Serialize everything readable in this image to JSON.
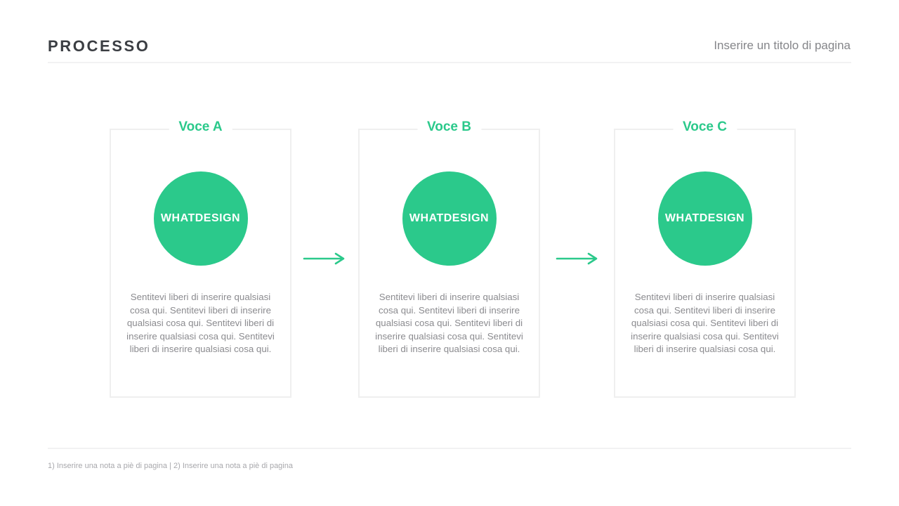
{
  "header": {
    "title": "PROCESSO",
    "page_title_placeholder": "Inserire un titolo di pagina"
  },
  "cards": [
    {
      "label": "Voce A",
      "circle_text": "WHATDESIGN",
      "body": "Sentitevi liberi di inserire qualsiasi cosa qui. Sentitevi liberi di inserire qualsiasi cosa qui. Sentitevi liberi di inserire qualsiasi cosa qui. Sentitevi liberi di inserire qualsiasi cosa qui."
    },
    {
      "label": "Voce B",
      "circle_text": "WHATDESIGN",
      "body": "Sentitevi liberi di inserire qualsiasi cosa qui. Sentitevi liberi di inserire qualsiasi cosa qui. Sentitevi liberi di inserire qualsiasi cosa qui. Sentitevi liberi di inserire qualsiasi cosa qui."
    },
    {
      "label": "Voce C",
      "circle_text": "WHATDESIGN",
      "body": "Sentitevi liberi di inserire qualsiasi cosa qui. Sentitevi liberi di inserire qualsiasi cosa qui. Sentitevi liberi di inserire qualsiasi cosa qui. Sentitevi liberi di inserire qualsiasi cosa qui."
    }
  ],
  "footnote": "1) Inserire una nota a piè di pagina | 2) Inserire una nota a piè di pagina",
  "colors": {
    "accent": "#2bc98b",
    "heading": "#3b3e43",
    "muted_text": "#8b8b8f",
    "card_border": "#efefef",
    "footnote_text": "#a8a8ac"
  }
}
